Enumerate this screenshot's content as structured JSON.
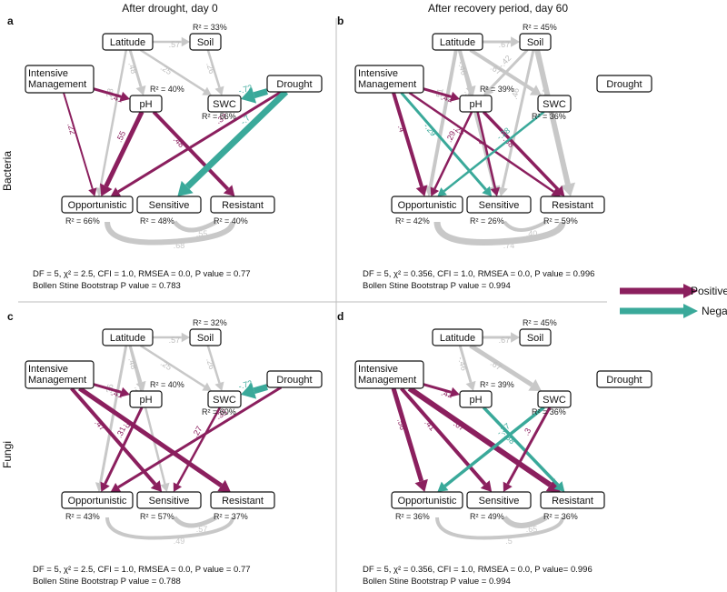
{
  "colors": {
    "positive": "#8b1f5e",
    "negative": "#3aa99a",
    "gray": "#c8c8c8",
    "divider": "#bdbdbd"
  },
  "titles": {
    "left": "After drought, day 0",
    "right": "After recovery period, day 60"
  },
  "row_labels": {
    "top": "Bacteria",
    "bottom": "Fungi"
  },
  "legend": {
    "positive": "Positive",
    "negative": "Negative"
  },
  "node_labels": {
    "latitude": "Latitude",
    "soil": "Soil",
    "intensive": [
      "Intensive",
      "Management"
    ],
    "ph": "pH",
    "swc": "SWC",
    "drought": "Drought",
    "opportunistic": "Opportunistic",
    "sensitive": "Sensitive",
    "resistant": "Resistant"
  },
  "panels": [
    {
      "id": "a",
      "label": "a",
      "r2": {
        "soil": "R² = 33%",
        "ph": "R² = 40%",
        "swc": "R² = 56%",
        "opportunistic": "R² = 66%",
        "sensitive": "R² = 48%",
        "resistant": "R² = 40%"
      },
      "stats": [
        "DF = 5, χ² = 2.5, CFI = 1.0, RMSEA = 0.0, P value = 0.77",
        "Bollen Stine Bootstrap P value = 0.783"
      ],
      "edges": [
        {
          "from": "latitude",
          "to": "soil",
          "label": ".57",
          "color": "gray",
          "w": 2.5
        },
        {
          "from": "latitude",
          "to": "opportunistic",
          "label": ".28",
          "color": "gray",
          "w": 2.5
        },
        {
          "from": "latitude",
          "to": "ph",
          "label": ".48",
          "color": "gray",
          "w": 3
        },
        {
          "from": "latitude",
          "to": "swc",
          "label": ".25",
          "color": "gray",
          "w": 2.5
        },
        {
          "from": "soil",
          "to": "swc",
          "label": ".26",
          "color": "gray",
          "w": 2.5
        },
        {
          "from": "intensive",
          "to": "ph",
          "label": ".41",
          "color": "positive",
          "w": 3
        },
        {
          "from": "intensive",
          "to": "opportunistic",
          "label": ".22",
          "color": "positive",
          "w": 2
        },
        {
          "from": "ph",
          "to": "opportunistic",
          "label": ".55",
          "color": "positive",
          "w": 5
        },
        {
          "from": "ph",
          "to": "resistant",
          "label": ".48",
          "color": "positive",
          "w": 4
        },
        {
          "from": "drought",
          "to": "swc",
          "label": "-.72",
          "color": "negative",
          "w": 7
        },
        {
          "from": "drought",
          "to": "opportunistic",
          "label": ".37",
          "color": "positive",
          "w": 3
        },
        {
          "from": "drought",
          "to": "sensitive",
          "label": "-.7",
          "color": "negative",
          "w": 7
        }
      ],
      "curves": [
        {
          "label": ".55",
          "w": 5
        },
        {
          "label": ".68",
          "w": 6
        }
      ]
    },
    {
      "id": "b",
      "label": "b",
      "r2": {
        "soil": "R² = 45%",
        "ph": "R² = 39%",
        "swc": "R² = 36%",
        "opportunistic": "R² = 42%",
        "sensitive": "R² = 26%",
        "resistant": "R² = 59%"
      },
      "stats": [
        "DF = 5, χ² = 0.356, CFI = 1.0, RMSEA = 0.0, P value = 0.996",
        "Bollen Stine Bootstrap P value = 0.994"
      ],
      "edges": [
        {
          "from": "latitude",
          "to": "soil",
          "label": ".67",
          "color": "gray",
          "w": 3
        },
        {
          "from": "latitude",
          "to": "opportunistic",
          "label": ".51",
          "color": "gray",
          "w": 4
        },
        {
          "from": "latitude",
          "to": "sensitive",
          "label": ".54",
          "color": "gray",
          "w": 4
        },
        {
          "from": "latitude",
          "to": "ph",
          "label": "-.46",
          "color": "gray",
          "w": 3
        },
        {
          "from": "latitude",
          "to": "swc",
          "label": ".67",
          "color": "gray",
          "w": 4
        },
        {
          "from": "soil",
          "to": "ph",
          "label": "-.42",
          "color": "gray",
          "w": 3
        },
        {
          "from": "soil",
          "to": "resistant",
          "label": "-.68",
          "color": "gray",
          "w": 6
        },
        {
          "from": "soil",
          "to": "sensitive",
          "label": ".46",
          "color": "gray",
          "w": 3
        },
        {
          "from": "intensive",
          "to": "ph",
          "label": ".42",
          "color": "positive",
          "w": 3
        },
        {
          "from": "intensive",
          "to": "opportunistic",
          "label": ".4",
          "color": "positive",
          "w": 4
        },
        {
          "from": "intensive",
          "to": "sensitive",
          "label": "-.29",
          "color": "negative",
          "w": 3
        },
        {
          "from": "intensive",
          "to": "resistant",
          "label": ".25",
          "color": "positive",
          "w": 2.5
        },
        {
          "from": "ph",
          "to": "opportunistic",
          "label": ".29",
          "color": "positive",
          "w": 2.5
        },
        {
          "from": "ph",
          "to": "sensitive",
          "label": ".3",
          "color": "positive",
          "w": 2.5
        },
        {
          "from": "ph",
          "to": "resistant",
          "label": ".38",
          "color": "positive",
          "w": 3.5
        },
        {
          "from": "swc",
          "to": "opportunistic",
          "label": "-.28",
          "color": "negative",
          "w": 2.5
        }
      ],
      "curves": [
        {
          "label": ".40",
          "w": 4
        },
        {
          "label": ".74",
          "w": 7
        }
      ]
    },
    {
      "id": "c",
      "label": "c",
      "r2": {
        "soil": "R² = 32%",
        "ph": "R² = 40%",
        "swc": "R² = 60%",
        "opportunistic": "R² = 43%",
        "sensitive": "R² = 57%",
        "resistant": "R² = 37%"
      },
      "stats": [
        "DF = 5, χ² = 2.5, CFI = 1.0, RMSEA = 0.0, P value = 0.77",
        "Bollen Stine Bootstrap P value = 0.788"
      ],
      "edges": [
        {
          "from": "latitude",
          "to": "soil",
          "label": ".57",
          "color": "gray",
          "w": 2.5
        },
        {
          "from": "latitude",
          "to": "opportunistic",
          "label": ".36",
          "color": "gray",
          "w": 3
        },
        {
          "from": "latitude",
          "to": "sensitive",
          "label": ".22",
          "color": "gray",
          "w": 2.5
        },
        {
          "from": "latitude",
          "to": "ph",
          "label": ".48",
          "color": "gray",
          "w": 3
        },
        {
          "from": "latitude",
          "to": "swc",
          "label": ".25",
          "color": "gray",
          "w": 2.5
        },
        {
          "from": "soil",
          "to": "swc",
          "label": ".26",
          "color": "gray",
          "w": 2.5
        },
        {
          "from": "intensive",
          "to": "ph",
          "label": ".41",
          "color": "positive",
          "w": 3
        },
        {
          "from": "intensive",
          "to": "sensitive",
          "label": ".47",
          "color": "positive",
          "w": 4
        },
        {
          "from": "intensive",
          "to": "resistant",
          "label": ".57",
          "color": "positive",
          "w": 5
        },
        {
          "from": "ph",
          "to": "opportunistic",
          "label": ".31",
          "color": "positive",
          "w": 3
        },
        {
          "from": "swc",
          "to": "sensitive",
          "label": ".27",
          "color": "positive",
          "w": 2.5
        },
        {
          "from": "drought",
          "to": "swc",
          "label": "-.72",
          "color": "negative",
          "w": 7
        },
        {
          "from": "drought",
          "to": "opportunistic",
          "label": ".35",
          "color": "positive",
          "w": 3
        }
      ],
      "curves": [
        {
          "label": ".57",
          "w": 5
        },
        {
          "label": ".49",
          "w": 4
        }
      ]
    },
    {
      "id": "d",
      "label": "d",
      "r2": {
        "soil": "R² = 45%",
        "ph": "R² = 39%",
        "swc": "R² = 36%",
        "opportunistic": "R² = 36%",
        "sensitive": "R² = 49%",
        "resistant": "R² = 36%"
      },
      "stats": [
        "DF = 5, χ² = 0.356, CFI = 1.0, RMSEA = 0.0, P value= 0.996",
        "Bollen Stine Bootstrap P value = 0.994"
      ],
      "edges": [
        {
          "from": "latitude",
          "to": "soil",
          "label": ".67",
          "color": "gray",
          "w": 3
        },
        {
          "from": "latitude",
          "to": "ph",
          "label": "-.46",
          "color": "gray",
          "w": 3
        },
        {
          "from": "latitude",
          "to": "swc",
          "label": ".67",
          "color": "gray",
          "w": 5
        },
        {
          "from": "intensive",
          "to": "ph",
          "label": ".42",
          "color": "positive",
          "w": 3
        },
        {
          "from": "intensive",
          "to": "opportunistic",
          "label": ".56",
          "color": "positive",
          "w": 5
        },
        {
          "from": "intensive",
          "to": "sensitive",
          "label": ".41",
          "color": "positive",
          "w": 4
        },
        {
          "from": "intensive",
          "to": "resistant",
          "label": ".67",
          "color": "positive",
          "w": 6
        },
        {
          "from": "ph",
          "to": "resistant",
          "label": "-.38",
          "color": "negative",
          "w": 3.5
        },
        {
          "from": "swc",
          "to": "opportunistic",
          "label": "-.37",
          "color": "negative",
          "w": 3.5
        },
        {
          "from": "swc",
          "to": "sensitive",
          "label": ".3",
          "color": "positive",
          "w": 3
        }
      ],
      "curves": [
        {
          "label": ".65",
          "w": 6
        },
        {
          "label": ".5",
          "w": 4
        }
      ]
    }
  ]
}
